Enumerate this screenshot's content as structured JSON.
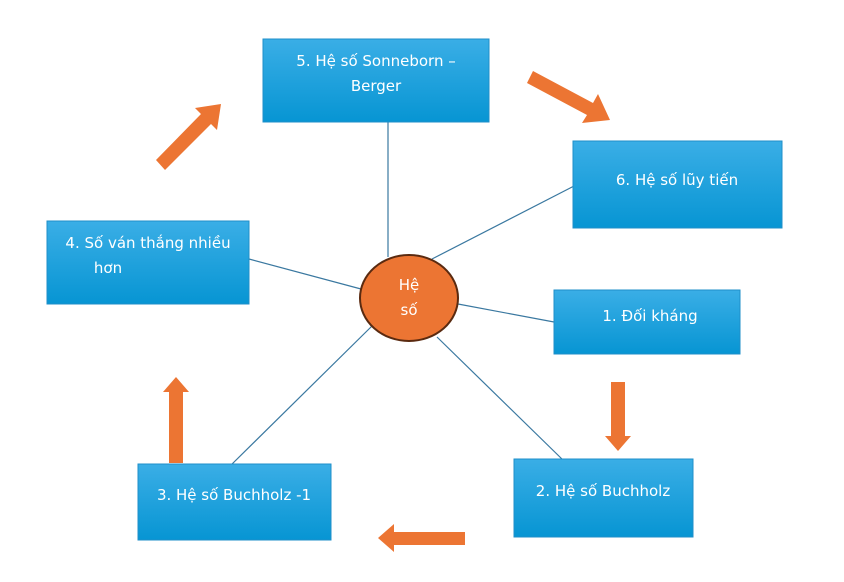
{
  "center": {
    "line1": "Hệ",
    "line2": "số"
  },
  "nodes": [
    {
      "id": "1",
      "line1": "1.    Đối kháng"
    },
    {
      "id": "2",
      "line1": "2. Hệ số Buchholz"
    },
    {
      "id": "3",
      "line1": "3. Hệ số Buchholz -1"
    },
    {
      "id": "4",
      "line1": "4. Số ván thắng nhiều",
      "line2": "hơn"
    },
    {
      "id": "5",
      "line1": "5. Hệ số Sonneborn –",
      "line2": "Berger"
    },
    {
      "id": "6",
      "line1": "6. Hệ số lũy tiến"
    }
  ],
  "colors": {
    "box_top": "#3aaee6",
    "box_bottom": "#0795d3",
    "center_fill": "#ec7533",
    "center_stroke": "#5a2a10",
    "arrow": "#ec7533"
  }
}
